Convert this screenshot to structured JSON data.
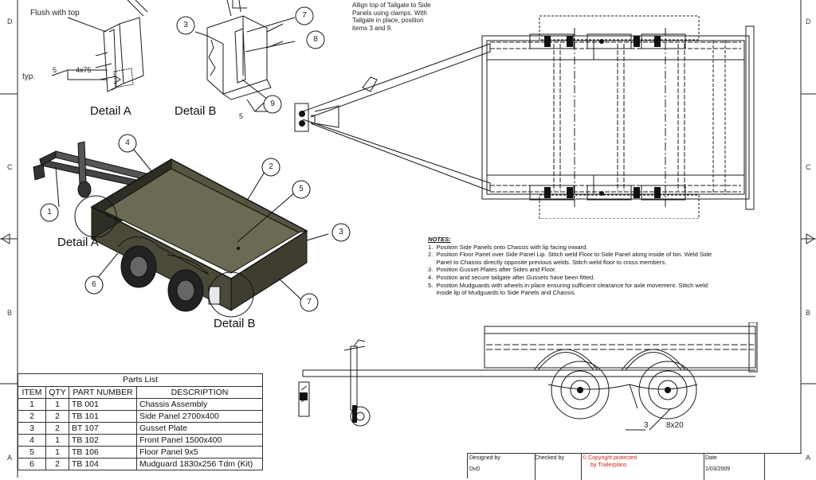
{
  "annotations": {
    "flush_with_top": "Flush with top",
    "typ": "typ.",
    "weld_5": "5",
    "weld_4x75": "4x75",
    "weld_5b": "5",
    "weld_3": "3",
    "weld_8x20": "8x20",
    "tailgate_note": [
      "Allign top of Tailgate to Side",
      "Panels using clamps. With",
      "Tailgate in place, position",
      "items 3 and 9."
    ]
  },
  "detail_labels": {
    "a_top": "Detail A",
    "b_top": "Detail B",
    "a_view": "Detail A",
    "b_view": "Detail B"
  },
  "balloons": {
    "b3_top": "3",
    "b7_top": "7",
    "b8_top": "8",
    "b9_top": "9",
    "b4": "4",
    "b2": "2",
    "b5": "5",
    "b1": "1",
    "b3": "3",
    "b6": "6",
    "b7": "7"
  },
  "notes": {
    "title": "NOTES:",
    "items": [
      "1.  Position Side Panels onto Chassis with lip facing inward.",
      "2.  Position Floor Panel over Side Panel Lip. Stitch weld Floor to Side Panel along inside of bin. Weld Side",
      "     Panel to Chassis directly opposite previous welds. Stitch weld floor to cross members.",
      "3.  Position Gusset Plates after Sides and Floor.",
      "4.  Position and secure tailgate after Gussets have been fitted.",
      "5.  Position Mudguards with wheels in place ensuring sufficient clearance for axle movement. Stitch weld",
      "     inside lip of Mudguards to Side Panels and Chassis."
    ]
  },
  "parts_list": {
    "title": "Parts List",
    "headers": [
      "ITEM",
      "QTY",
      "PART NUMBER",
      "DESCRIPTION"
    ],
    "rows": [
      [
        "1",
        "1",
        "TB 001",
        "Chassis Assembly"
      ],
      [
        "2",
        "2",
        "TB 101",
        "Side Panel 2700x400"
      ],
      [
        "3",
        "2",
        "BT 107",
        "Gusset Plate"
      ],
      [
        "4",
        "1",
        "TB 102",
        "Front Panel 1500x400"
      ],
      [
        "5",
        "1",
        "TB 106",
        "Floor Panel 9x5"
      ],
      [
        "6",
        "2",
        "TB 104",
        "Mudguard 1830x256 Tdm (Kit)"
      ]
    ]
  },
  "title_block": {
    "designed_by_label": "Designed by",
    "designed_by": "DvD",
    "checked_by_label": "Checked by",
    "copyright": "© Copyright protected",
    "copyright2": "by Trailerplans",
    "date_label": "Date",
    "date": "1/03/2009"
  },
  "zones": {
    "d": "D",
    "c": "C",
    "b": "B",
    "a": "A",
    "d_r": "D",
    "c_r": "C",
    "b_r": "B",
    "a_r": "A"
  },
  "colors": {
    "line": "#1a1a1a",
    "panel_dark": "#3a3a2e",
    "panel_mid": "#5a5a46",
    "floor": "#6b6a52",
    "red": "#cc2222"
  }
}
